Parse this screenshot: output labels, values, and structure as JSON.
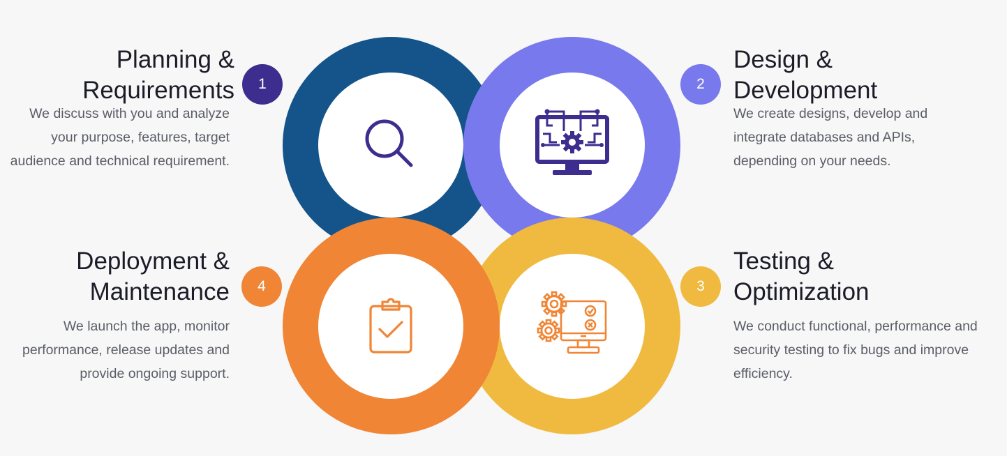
{
  "colors": {
    "background": "#f7f7f7",
    "step1": "#14548a",
    "step1_badge": "#3d2d8e",
    "step2": "#7779ec",
    "step3": "#f0ba40",
    "step4": "#ef8535",
    "title_text": "#1c1c28",
    "body_text": "#5a5d66"
  },
  "steps": [
    {
      "number": "1",
      "title_line1": "Planning &",
      "title_line2": "Requirements",
      "description": "We discuss with you and analyze your purpose, features, target audience and technical requirement.",
      "icon": "magnifier-icon"
    },
    {
      "number": "2",
      "title_line1": "Design &",
      "title_line2": "Development",
      "description": "We create designs, develop and integrate databases and APIs, depending on your needs.",
      "icon": "monitor-circuit-gear-icon"
    },
    {
      "number": "3",
      "title_line1": "Testing &",
      "title_line2": "Optimization",
      "description": "We conduct functional, performance and security testing to fix bugs and improve efficiency.",
      "icon": "gears-monitor-checklist-icon"
    },
    {
      "number": "4",
      "title_line1": "Deployment &",
      "title_line2": "Maintenance",
      "description": "We launch the app, monitor performance, release updates and provide ongoing support.",
      "icon": "clipboard-check-icon"
    }
  ]
}
